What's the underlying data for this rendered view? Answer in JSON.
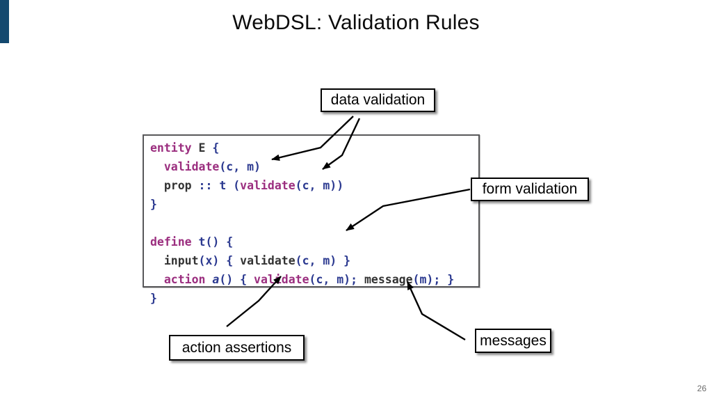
{
  "slide": {
    "title": "WebDSL: Validation Rules",
    "page_number": "26"
  },
  "labels": {
    "data_validation": "data validation",
    "form_validation": "form validation",
    "action_assertions": "action assertions",
    "messages": "messages"
  },
  "colors": {
    "accent_bar": "#14496F",
    "code_keyword": "#9B2E7F",
    "code_punct": "#2B3990",
    "code_plain": "#333333"
  },
  "code_lines": [
    [
      {
        "t": "entity",
        "c": "kw"
      },
      {
        "t": " E ",
        "c": "pl"
      },
      {
        "t": "{",
        "c": "pu"
      }
    ],
    [
      {
        "t": "  ",
        "c": "pl"
      },
      {
        "t": "validate",
        "c": "kw"
      },
      {
        "t": "(c, m)",
        "c": "pu"
      }
    ],
    [
      {
        "t": "  prop ",
        "c": "pl"
      },
      {
        "t": ":: t (",
        "c": "pu"
      },
      {
        "t": "validate",
        "c": "kw"
      },
      {
        "t": "(c, m))",
        "c": "pu"
      }
    ],
    [
      {
        "t": "}",
        "c": "pu"
      }
    ],
    [],
    [
      {
        "t": "define",
        "c": "kw"
      },
      {
        "t": " ",
        "c": "pl"
      },
      {
        "t": "t() {",
        "c": "pu"
      }
    ],
    [
      {
        "t": "  input",
        "c": "pl"
      },
      {
        "t": "(x) { ",
        "c": "pu"
      },
      {
        "t": "validate",
        "c": "pl"
      },
      {
        "t": "(c, m) }",
        "c": "pu"
      }
    ],
    [
      {
        "t": "  ",
        "c": "pl"
      },
      {
        "t": "action",
        "c": "kw"
      },
      {
        "t": " ",
        "c": "pl"
      },
      {
        "t": "a",
        "c": "pu",
        "i": true
      },
      {
        "t": "() { ",
        "c": "pu"
      },
      {
        "t": "validate",
        "c": "kw"
      },
      {
        "t": "(c, m); ",
        "c": "pu"
      },
      {
        "t": "message",
        "c": "pl"
      },
      {
        "t": "(m); }",
        "c": "pu"
      }
    ],
    [
      {
        "t": "}",
        "c": "pu"
      }
    ]
  ]
}
